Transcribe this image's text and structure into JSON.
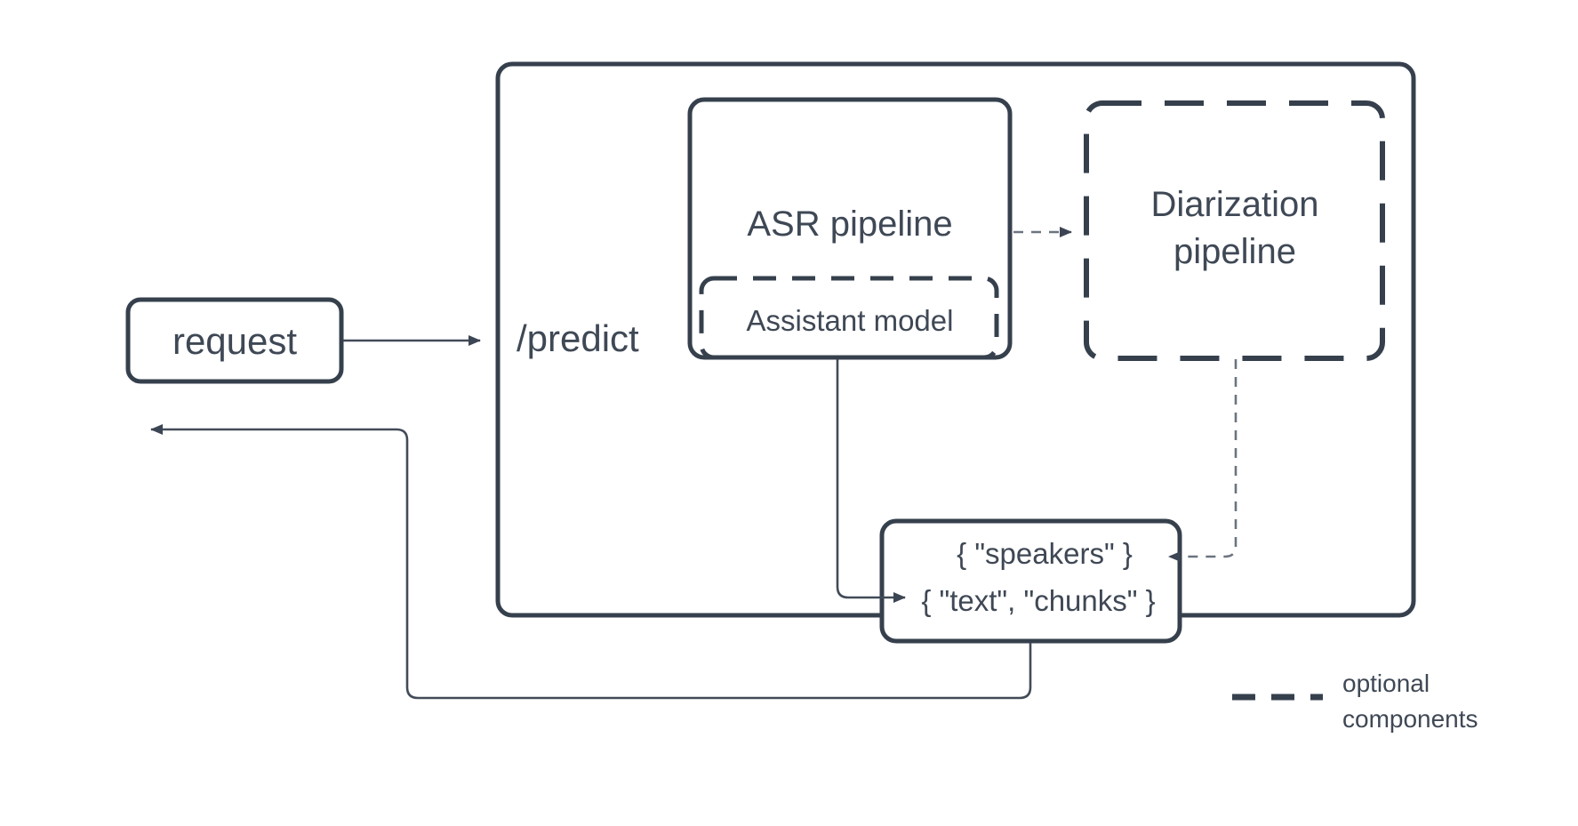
{
  "diagram": {
    "title_text": "",
    "colors": {
      "stroke": "#36404d",
      "edge": "#424b58",
      "dashed_edge": "#6b7480",
      "text": "#3f4855",
      "background": "#ffffff"
    },
    "nodes": {
      "request": {
        "label": "request",
        "style": "solid-rounded"
      },
      "predict_container": {
        "label": "/predict",
        "style": "solid-rounded-container"
      },
      "asr_pipeline": {
        "label": "ASR pipeline",
        "style": "solid-rounded"
      },
      "assistant_model": {
        "label": "Assistant model",
        "style": "dashed-rounded",
        "optional": "true"
      },
      "diarization_pipeline": {
        "label_line1": "Diarization",
        "label_line2": "pipeline",
        "style": "dashed-rounded",
        "optional": "true"
      },
      "output": {
        "speakers_label": "{ \"speakers\" }",
        "text_chunks_label": "{ \"text\", \"chunks\" }",
        "style": "solid-rounded"
      }
    },
    "edges": [
      {
        "name": "request-to-predict",
        "from": "request",
        "to": "predict_container",
        "style": "solid",
        "arrow": "right"
      },
      {
        "name": "asr-to-diarization",
        "from": "asr_pipeline",
        "to": "diarization_pipeline",
        "style": "dashed",
        "arrow": "right"
      },
      {
        "name": "asr-to-text-chunks",
        "from": "asr_pipeline",
        "to": "output",
        "style": "solid",
        "arrow": "right"
      },
      {
        "name": "diarization-to-speakers",
        "from": "diarization_pipeline",
        "to": "output",
        "style": "dashed",
        "arrow": "left"
      },
      {
        "name": "output-to-response",
        "from": "output",
        "to": "response",
        "style": "solid",
        "arrow": "left"
      }
    ],
    "legend": {
      "line1": "optional",
      "line2": "components",
      "swatch": "dashed-line"
    }
  }
}
